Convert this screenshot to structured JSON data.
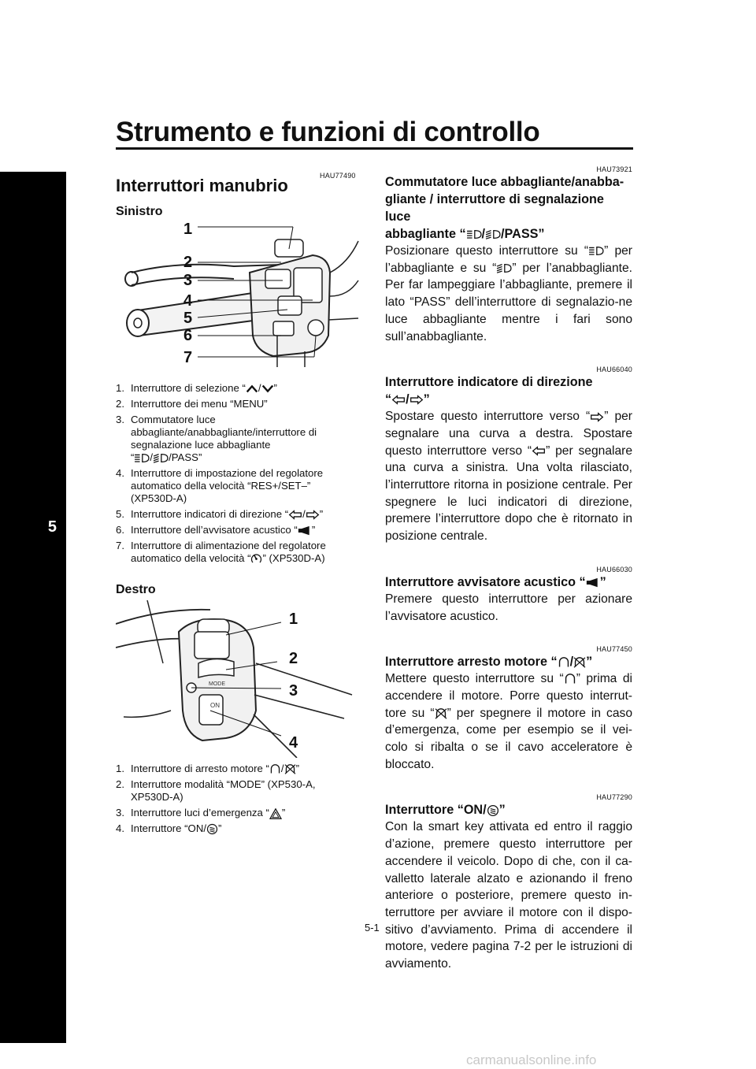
{
  "header": {
    "title": "Strumento e funzioni di controllo"
  },
  "chapter_tab": "5",
  "left": {
    "code": "HAU77490",
    "heading": "Interruttori manubrio",
    "sinistro": {
      "label": "Sinistro",
      "callouts": [
        "1",
        "2",
        "3",
        "4",
        "5",
        "6",
        "7"
      ],
      "captions": [
        {
          "num": "1.",
          "pre": "Interruttore di selezione “",
          "post": "”"
        },
        {
          "num": "2.",
          "text": "Interruttore dei menu “MENU”"
        },
        {
          "num": "3.",
          "text": "Commutatore luce abbagliante/anabbagliante/interruttore di segnalazione luce abbagliante",
          "post": "/PASS”"
        },
        {
          "num": "4.",
          "text": "Interruttore di impostazione del regolatore automatico della velocità “RES+/SET–” (XP530D-A)"
        },
        {
          "num": "5.",
          "pre": "Interruttore indicatori di direzione “",
          "post": "”"
        },
        {
          "num": "6.",
          "pre": "Interruttore dell’avvisatore acustico “",
          "post": "”"
        },
        {
          "num": "7.",
          "pre": "Interruttore di alimentazione del regolatore automatico della velocità “",
          "post": "” (XP530D-A)"
        }
      ]
    },
    "destro": {
      "label": "Destro",
      "callouts": [
        "1",
        "2",
        "3",
        "4"
      ],
      "captions": [
        {
          "num": "1.",
          "pre": "Interruttore di arresto motore “",
          "post": "”"
        },
        {
          "num": "2.",
          "text": "Interruttore modalità “MODE” (XP530-A, XP530D-A)"
        },
        {
          "num": "3.",
          "pre": "Interruttore luci d’emergenza “",
          "post": "”"
        },
        {
          "num": "4.",
          "pre": "Interruttore “ON/",
          "post": "”"
        }
      ]
    }
  },
  "right": {
    "sections": [
      {
        "code": "HAU73921",
        "heading_lines": [
          "Commutatore luce abbagliante/anabba-",
          "gliante / interruttore di segnalazione luce",
          "abbagliante “",
          "/PASS”"
        ],
        "body": [
          "Posizionare questo interruttore su “",
          "” per l’abbagliante e su “",
          "” per l’anabbagliante. Per far lampeggiare l’abbagliante, premere il lato “PASS” dell’interruttore di segnalazio-ne luce abbagliante mentre i fari sono sull’anabbagliante."
        ]
      },
      {
        "code": "HAU66040",
        "heading": "Interruttore indicatore di direzione",
        "body": [
          "Spostare questo interruttore verso “",
          "” per segnalare una curva a destra. Spostare questo interruttore verso “",
          "” per segnalare una curva a sinistra. Una volta rilasciato, l’interruttore ritorna in posizione centrale. Per spegnere le luci indicatori di direzione, premere l’interruttore dopo che è ritornato in posizione centrale."
        ]
      },
      {
        "code": "HAU66030",
        "heading": "Interruttore avvisatore acustico “",
        "body": "Premere questo interruttore per azionare l’avvisatore acustico."
      },
      {
        "code": "HAU77450",
        "heading": "Interruttore arresto motore “",
        "body": [
          "Mettere questo interruttore su “",
          "” prima di accendere il motore. Porre questo interrut-tore su “",
          "” per spegnere il motore in caso d’emergenza, come per esempio se il vei-colo si ribalta o se il cavo acceleratore è bloccato."
        ]
      },
      {
        "code": "HAU77290",
        "heading": "Interruttore “ON/",
        "body": "Con la smart key attivata ed entro il raggio d’azione, premere questo interruttore per accendere il veicolo. Dopo di che, con il ca-valletto laterale alzato e azionando il freno anteriore o posteriore, premere questo in-terruttore per avviare il motore con il dispo-sitivo d’avviamento. Prima di accendere il motore, vedere pagina 7-2 per le istruzioni di avviamento."
      }
    ]
  },
  "page_number": "5-1",
  "footer": "carmanualsonline.info"
}
